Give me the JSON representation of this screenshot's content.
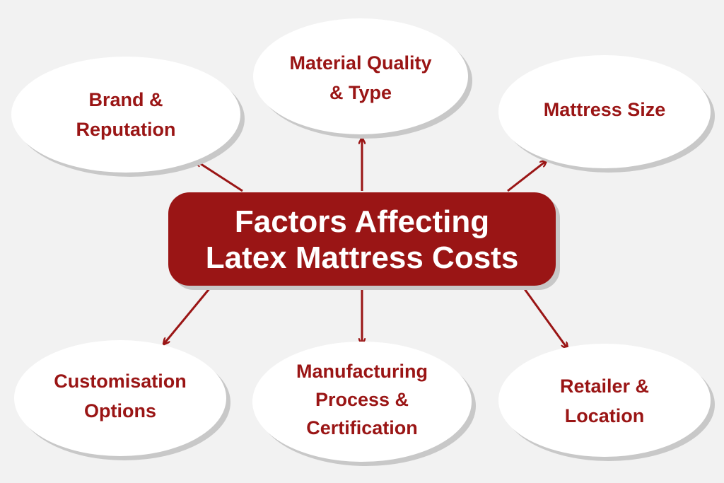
{
  "colors": {
    "accent": "#9a1515",
    "background": "#f2f2f2",
    "node": "#ffffff",
    "shadow": "#c8c8c8"
  },
  "center": {
    "line1": "Factors Affecting",
    "line2": "Latex Mattress Costs"
  },
  "nodes": [
    {
      "line1": "Brand &",
      "line2": "Reputation"
    },
    {
      "line1": "Material Quality",
      "line2": "& Type"
    },
    {
      "line1": "Mattress Size"
    },
    {
      "line1": "Customisation",
      "line2": "Options"
    },
    {
      "line1": "Manufacturing",
      "line2": "Process &",
      "line3": "Certification"
    },
    {
      "line1": "Retailer &",
      "line2": "Location"
    }
  ]
}
